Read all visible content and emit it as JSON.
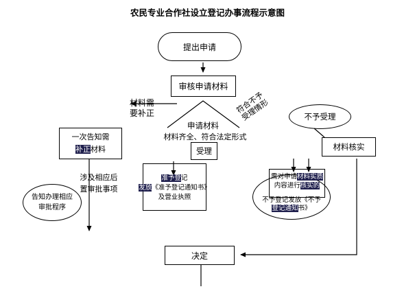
{
  "title": "农民专业合作社设立登记办事流程示意图",
  "colors": {
    "line": "#000000",
    "highlight": "#1f1f4d",
    "background": "#ffffff"
  },
  "nodes": {
    "start": {
      "label": "提出申请"
    },
    "review": {
      "label": "审核申请材料"
    },
    "notify_box": {
      "line1": "一次告知需",
      "line2_hl": "补正",
      "line2": "材料"
    },
    "reject_oval": {
      "label": "不予受理"
    },
    "verify_box": {
      "label": "材料核实"
    },
    "accept": {
      "label": "受理"
    },
    "approve_box": {
      "line1_hl": "准予登",
      "line1": "记",
      "line2_hl": "发放",
      "line2": "《准予登记通知书》",
      "line3": "及营业执照"
    },
    "substantive_box": {
      "line1": "需对申请",
      "line1_hl": "材料实质",
      "line2": "内容进行",
      "line2_hl": "核实的"
    },
    "deny_oval": {
      "line1": "不予登记发放《不予",
      "line2_hl": "登记通知",
      "line2": "书》"
    },
    "inform_oval": {
      "line1": "告知办理相应",
      "line2": "审批程序"
    },
    "decision": {
      "label": "决定"
    }
  },
  "edge_labels": {
    "left_branch_line1": "材料需",
    "left_branch_line2": "要补正",
    "right_branch": "符合不予受理情形",
    "subject": "申请材料",
    "center_branch": "材料齐全、符合法定形式",
    "post_line1": "涉及相应后",
    "post_line2": "置审批事项"
  }
}
